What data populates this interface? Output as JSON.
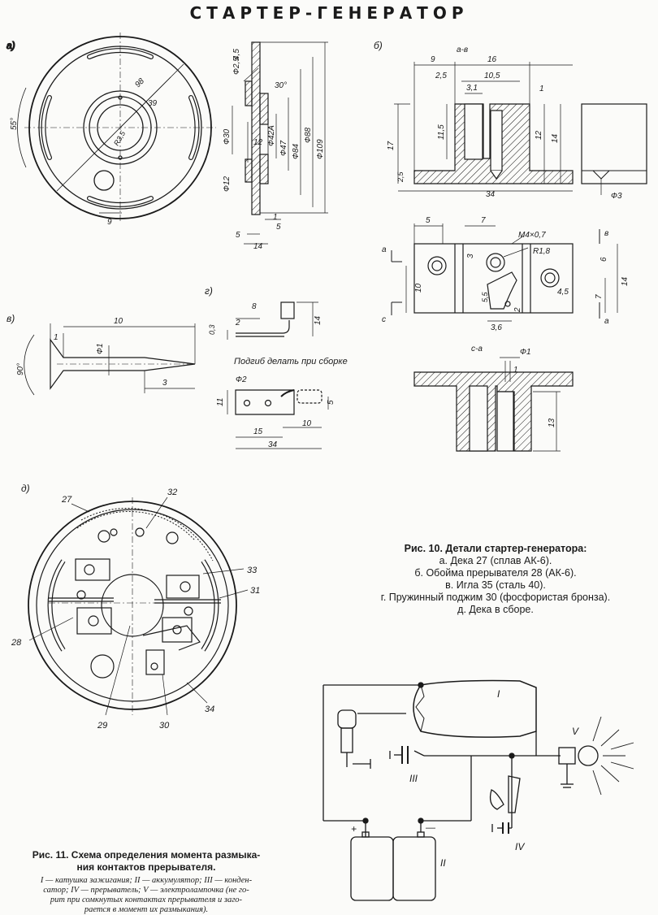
{
  "title": "СТАРТЕР-ГЕНЕРАТОР",
  "views": {
    "a": "а)",
    "b": "б)",
    "v": "в)",
    "g": "г)",
    "d": "д)"
  },
  "deka": {
    "dim_55deg": "55°",
    "dim_98": "98",
    "dim_39": "39",
    "dim_r35": "R3,5",
    "dim_9": "9",
    "dim_phi25": "Ф2,5",
    "dim_45": "4,5",
    "dim_30deg": "30°",
    "dim_phi30": "Ф30",
    "dim_12": "12",
    "dim_phi42a": "Ф42А",
    "dim_phi47": "Ф47",
    "dim_phi84": "Ф84",
    "dim_phi88": "Ф88",
    "dim_phi109": "Ф109",
    "dim_phi12": "Ф12",
    "dim_1": "1",
    "dim_5a": "5",
    "dim_5b": "5",
    "dim_14": "14"
  },
  "oboima": {
    "sec_ab": "а-в",
    "dim_9": "9",
    "dim_16": "16",
    "dim_25": "2,5",
    "dim_105": "10,5",
    "dim_31": "3,1",
    "dim_1": "1",
    "dim_17": "17",
    "dim_115": "11,5",
    "dim_12": "12",
    "dim_14": "14",
    "dim_25b": "2,5",
    "dim_34": "34",
    "dim_phi3": "Ф3",
    "dim_5": "5",
    "dim_7": "7",
    "dim_m4": "М4×0,7",
    "dim_r18": "R1,8",
    "mark_a": "а",
    "mark_b": "в",
    "mark_c": "с",
    "mark_d": "а",
    "dim_3": "3",
    "dim_6": "6",
    "dim_10": "10",
    "dim_55": "5,5",
    "dim_2": "2",
    "dim_45": "4,5",
    "dim_7b": "7",
    "dim_14b": "14",
    "dim_36": "3,6",
    "sec_ca": "с-а",
    "dim_phi1": "Ф1",
    "dim_13": "13"
  },
  "igla": {
    "dim_90deg": "90°",
    "dim_1": "1",
    "dim_10": "10",
    "dim_phi1": "Ф1",
    "dim_3": "3"
  },
  "podzhim": {
    "dim_03": "0,3",
    "dim_2": "2",
    "dim_8": "8",
    "dim_14": "14",
    "note": "Подгиб делать при сборке",
    "dim_phi2": "Ф2",
    "dim_11": "11",
    "dim_5": "5",
    "dim_15": "15",
    "dim_10": "10",
    "dim_34": "34"
  },
  "assembly": {
    "p27": "27",
    "p32": "32",
    "p33": "33",
    "p31": "31",
    "p28": "28",
    "p29": "29",
    "p30": "30",
    "p34": "34"
  },
  "fig10": {
    "title": "Рис. 10. Детали стартер-генератора:",
    "lines": [
      "а. Дека 27 (сплав АК-6).",
      "б. Обойма прерывателя 28 (АК-6).",
      "в. Игла 35 (сталь 40).",
      "г. Пружинный поджим 30 (фосфористая бронза).",
      "д. Дека в сборе."
    ]
  },
  "fig11": {
    "title_1": "Рис. 11. Схема определения момента размыка-",
    "title_2": "ния контактов прерывателя.",
    "legend_1": "I — катушка зажигания; II — аккумулятор; III — конден-",
    "legend_2": "сатор; IV — прерыватель; V — электролампочка (не го-",
    "legend_3": "рит при сомкнутых контактах прерывателя и заго-",
    "legend_4": "рается в момент их размыкания)."
  },
  "circuit": {
    "I": "I",
    "II": "II",
    "III": "III",
    "IV": "IV",
    "V": "V",
    "plus": "+",
    "minus": "—"
  }
}
